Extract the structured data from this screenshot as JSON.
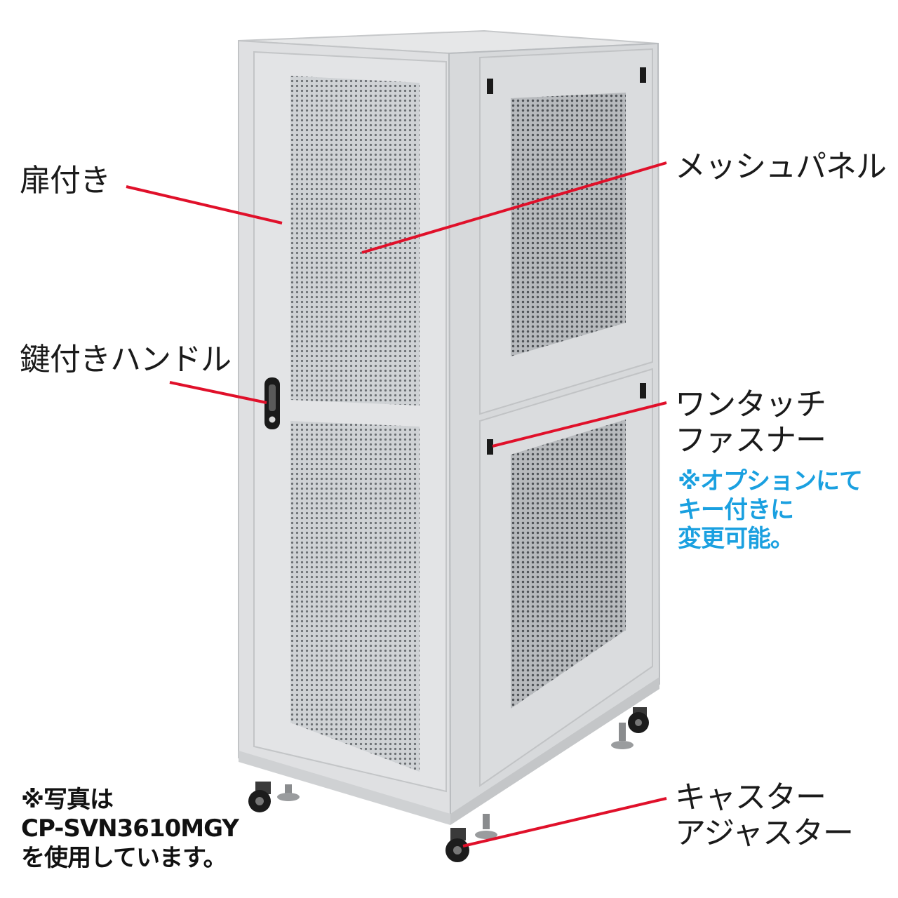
{
  "colors": {
    "callout_line": "#e0102a",
    "accent_text": "#1aa0e0",
    "cabinet_body": "#dcdee0",
    "cabinet_shadow": "#b9bcbf"
  },
  "callouts": {
    "door": "扉付き",
    "mesh_panel": "メッシュパネル",
    "lock_handle": "鍵付きハンドル",
    "fastener": "ワンタッチ\nファスナー",
    "fastener_note": "※オプションにて\nキー付きに\n変更可能。",
    "caster": "キャスター\nアジャスター"
  },
  "photo_note": "※写真は\nCP-SVN3610MGY\nを使用しています。"
}
